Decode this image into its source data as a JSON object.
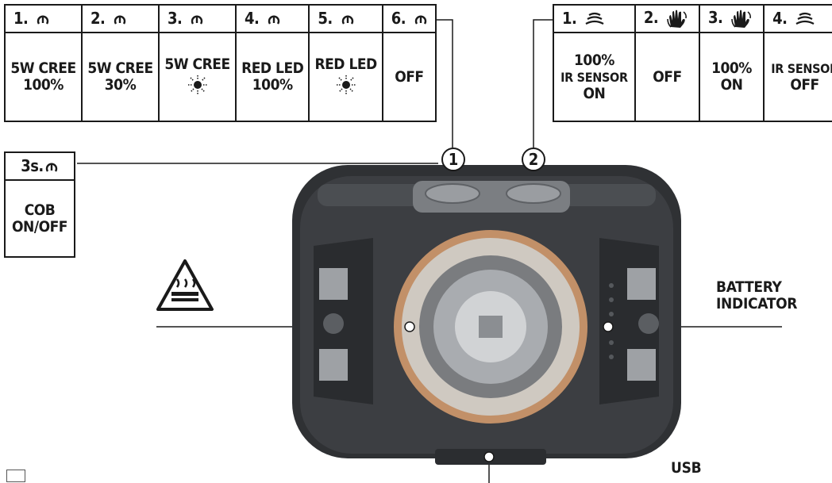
{
  "button1_table": {
    "headers": [
      "1.",
      "2.",
      "3.",
      "4.",
      "5.",
      "6."
    ],
    "header_icon": "power-icon",
    "cells": [
      {
        "lines": [
          "5W CREE",
          "100%"
        ]
      },
      {
        "lines": [
          "5W CREE",
          "30%"
        ]
      },
      {
        "lines": [
          "5W CREE"
        ],
        "icon": "strobe-icon"
      },
      {
        "lines": [
          "RED LED",
          "100%"
        ]
      },
      {
        "lines": [
          "RED LED"
        ],
        "icon": "strobe-icon"
      },
      {
        "lines": [
          "OFF"
        ]
      }
    ]
  },
  "button2_table": {
    "headers": [
      "1.",
      "2.",
      "3.",
      "4."
    ],
    "header_icons": [
      "ir-sensor-icon",
      "wave-hand-icon",
      "wave-hand-icon",
      "ir-sensor-icon"
    ],
    "cells": [
      {
        "lines": [
          "100%",
          "IR SENSOR",
          "ON"
        ]
      },
      {
        "lines": [
          "OFF"
        ]
      },
      {
        "lines": [
          "100%",
          "ON"
        ]
      },
      {
        "lines": [
          "IR SENSOR",
          "OFF"
        ]
      }
    ]
  },
  "cob_box": {
    "header": "3s.",
    "header_icon": "power-icon",
    "lines": [
      "COB",
      "ON/OFF"
    ]
  },
  "callouts": {
    "button1": "1",
    "button2": "2"
  },
  "labels": {
    "battery": [
      "BATTERY",
      "INDICATOR"
    ],
    "usb": "USB"
  },
  "warning_icon": "hot-surface-warning-icon",
  "colors": {
    "ink": "#1a1a1a",
    "housing_dark": "#3a3c3f",
    "housing_mid": "#56595d",
    "ring_silver": "#b8b2aa",
    "ring_orange": "#c9956a",
    "button": "#8d9094"
  }
}
